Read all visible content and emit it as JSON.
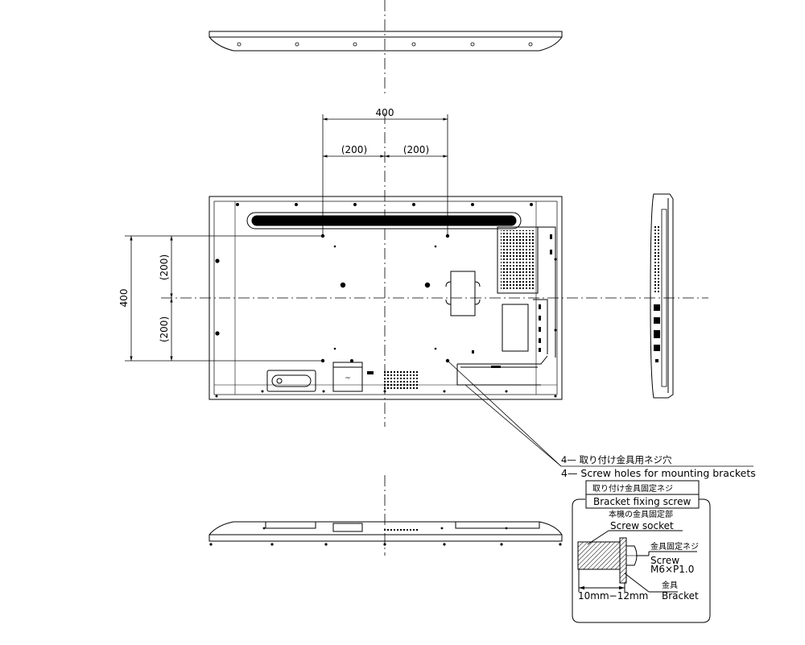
{
  "dimensions": {
    "horizontal_total": "400",
    "horizontal_left_half": "(200)",
    "horizontal_right_half": "(200)",
    "vertical_total": "400",
    "vertical_top_half": "(200)",
    "vertical_bottom_half": "(200)"
  },
  "callout": {
    "holes_jp": "4— 取り付け金具用ネジ穴",
    "holes_en": "4— Screw holes for mounting brackets"
  },
  "detail": {
    "title_jp": "取り付け金具固定ネジ",
    "title_en": "Bracket fixing screw",
    "socket_jp": "本機の金具固定部",
    "socket_en": "Screw  socket",
    "screw_jp": "金具固定ネジ",
    "screw_en": "Screw",
    "screw_spec": "M6×P1.0",
    "bracket_jp": "金具",
    "bracket_en": "Bracket",
    "length": "10mm−12mm"
  }
}
